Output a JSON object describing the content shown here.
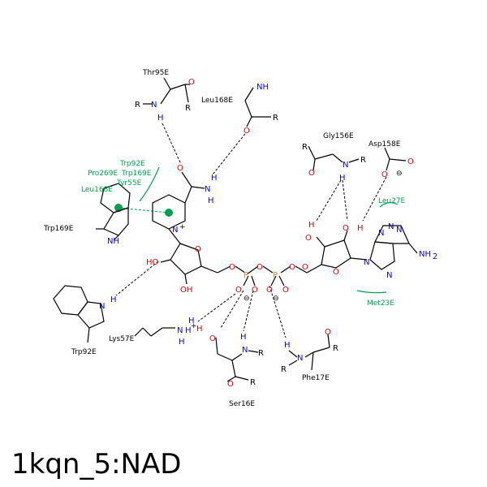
{
  "title": "1kqn_5:NAD",
  "residues_black": [
    "Thr95E",
    "Leu168E",
    "Gly156E",
    "Asp158E",
    "Trp169E",
    "Trp92E",
    "Lys57E",
    "Ser16E",
    "Phe17E"
  ],
  "residues_green": [
    "Trp92E",
    "Pro269E",
    "Trp169E",
    "Tyr55E",
    "Leu168E",
    "Leu27E",
    "Met23E"
  ],
  "atom_labels": {
    "O": "O",
    "OH": "OH",
    "HO": "HO",
    "N": "N",
    "NH": "NH",
    "H": "H",
    "P": "P",
    "R": "R",
    "NH2": "NH",
    "sub2": "2",
    "Nplus": "N",
    "plus": "+",
    "minus": "⊖"
  },
  "colors": {
    "oxygen": "#e00000",
    "nitrogen": "#0000ff",
    "phosphorus": "#ff8000",
    "hydrophobic": "#00a050"
  }
}
